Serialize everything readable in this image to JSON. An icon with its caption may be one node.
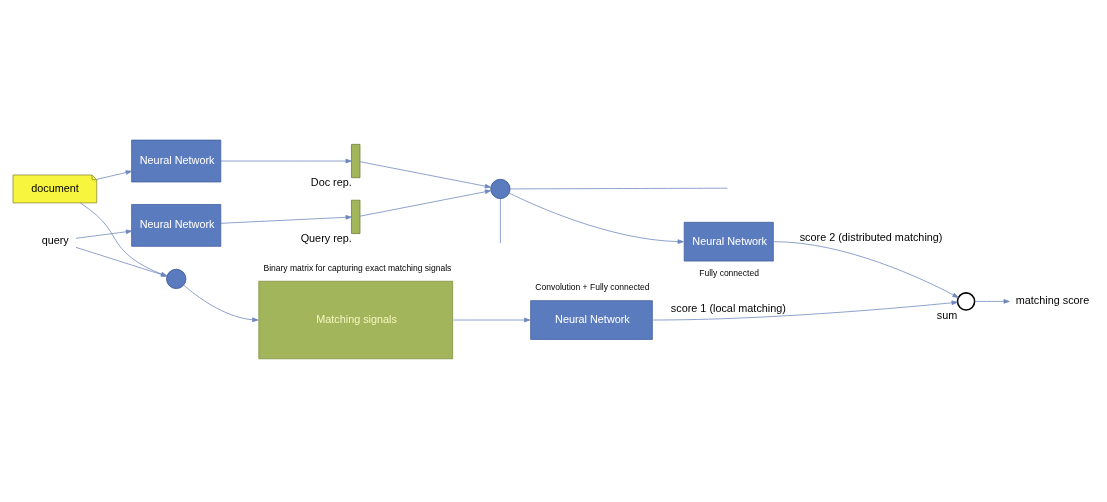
{
  "diagram": {
    "nodes": [
      {
        "text": [
          "query"
        ]
      },
      {
        "text": [
          "document"
        ]
      },
      {
        "text": [],
        "shape": "circle"
      },
      {
        "text": [
          "Matching signals"
        ],
        "beside": [
          "Binary matrix for capturing exact matching signals"
        ]
      },
      {
        "text": [
          "Neural Network"
        ],
        "beside": [
          "Convolution + Fully connected"
        ]
      },
      {
        "text": [
          "Neural Network"
        ]
      },
      {
        "text": [
          "Neural Network"
        ]
      },
      {
        "text": [],
        "shape": "bar",
        "beside": [
          "Query rep."
        ]
      },
      {
        "text": [],
        "shape": "bar",
        "beside": [
          "Doc rep."
        ]
      },
      {
        "text": [],
        "shape": "circle"
      },
      {
        "text": [
          "Neural Network"
        ],
        "beside": [
          "Fully connected"
        ]
      },
      {
        "text": [],
        "shape": "circle",
        "beside": [
          "sum"
        ]
      },
      {
        "text": [
          "matching score"
        ]
      }
    ],
    "edges": [
      {
        "from": 0,
        "to": 2,
        "arrow": "to"
      },
      {
        "from": 0,
        "to": 5,
        "arrow": "to"
      },
      {
        "from": 1,
        "to": 2,
        "arrow": "to"
      },
      {
        "from": 1,
        "to": 6,
        "arrow": "to"
      },
      {
        "from": 2,
        "to": 3,
        "arrow": "to"
      },
      {
        "from": 3,
        "to": 4,
        "arrow": "to"
      },
      {
        "from": 4,
        "to": 11,
        "arrow": "to",
        "label": "score 1 (local matching)"
      },
      {
        "from": 5,
        "to": 7,
        "arrow": "to"
      },
      {
        "from": 6,
        "to": 8,
        "arrow": "to"
      },
      {
        "from": 7,
        "to": 9,
        "arrow": "to"
      },
      {
        "from": 8,
        "to": 9,
        "arrow": "to"
      },
      {
        "from": 9,
        "to": 10,
        "arrow": "to"
      },
      {
        "from": 10,
        "to": 11,
        "arrow": "to",
        "label": "score 2 (distributed matching)"
      },
      {
        "from": 11,
        "to": 12,
        "arrow": "to"
      },
      {
        "from": 9,
        "to": null,
        "arrow": "none"
      },
      {
        "from": 9,
        "to": null,
        "arrow": "none"
      }
    ]
  }
}
